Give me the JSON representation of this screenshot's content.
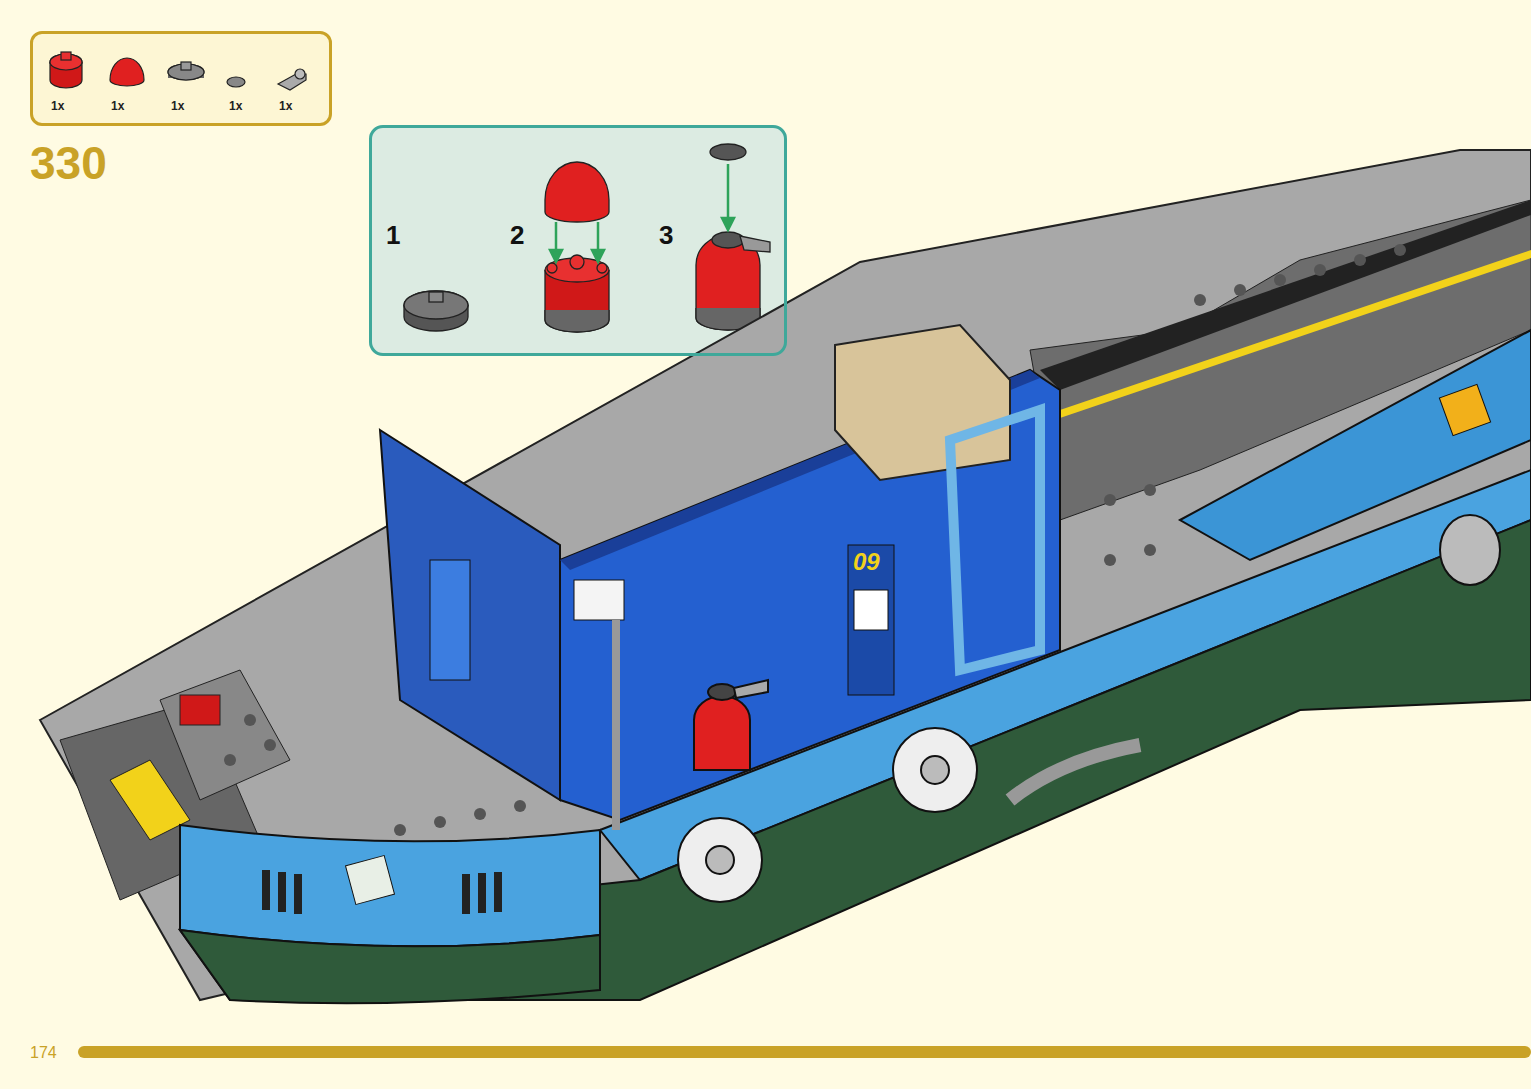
{
  "diagram": {
    "nodes": [
      {
        "text": [
          "1x",
          "1x",
          "1x",
          "1x",
          "1x"
        ]
      },
      {
        "text": [
          "1",
          "2",
          "3"
        ]
      }
    ],
    "labels": [
      "330",
      "09",
      "174"
    ]
  }
}
